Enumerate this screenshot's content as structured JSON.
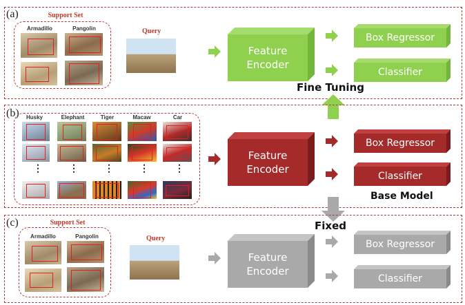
{
  "panels": {
    "a": {
      "label": "(a)",
      "support_title": "Support Set",
      "class1": "Armadillo",
      "class2": "Pangolin",
      "query_title": "Query"
    },
    "b": {
      "label": "(b)",
      "classes": [
        "Husky",
        "Elephant",
        "Tiger",
        "Macaw",
        "Car"
      ],
      "dots": "⋮"
    },
    "c": {
      "label": "(c)",
      "support_title": "Support Set",
      "class1": "Armadillo",
      "class2": "Pangolin",
      "query_title": "Query"
    }
  },
  "modules": {
    "feature_encoder": "Feature Encoder",
    "box_regressor": "Box Regressor",
    "classifier": "Classifier"
  },
  "annotations": {
    "fine_tuning": "Fine Tuning",
    "base_model": "Base Model",
    "fixed": "Fixed"
  },
  "colors": {
    "green": "#8fd14f",
    "red": "#a52a2a",
    "gray": "#a9a9a9",
    "border": "#b03a3a"
  }
}
